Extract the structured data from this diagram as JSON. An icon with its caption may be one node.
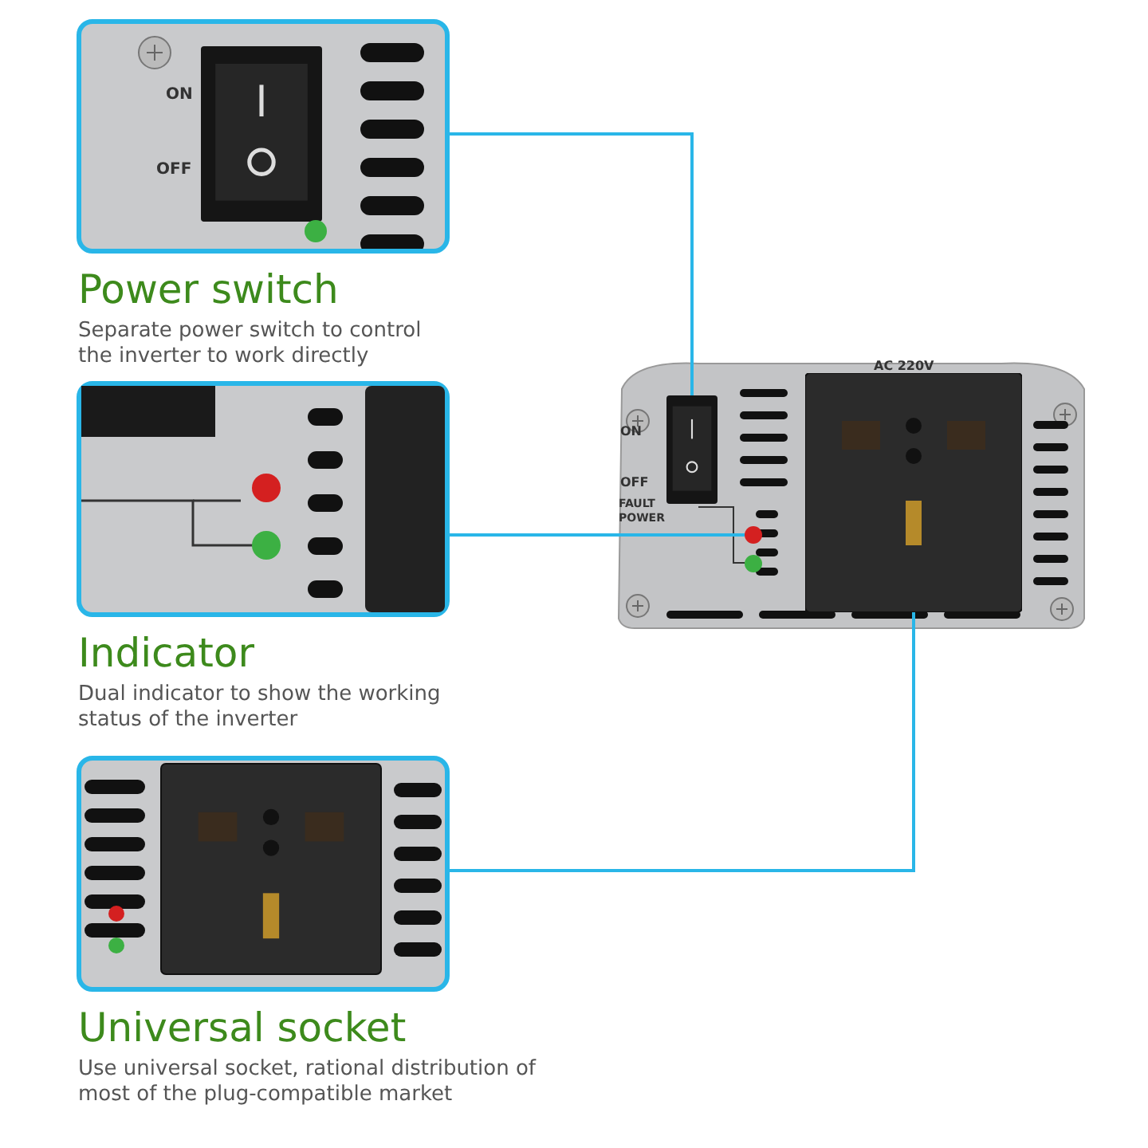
{
  "diagram": {
    "nodes": [
      {
        "text": [
          "Power switch",
          "Separate power switch to control the inverter to work directly"
        ]
      },
      {
        "text": [
          "Indicator",
          "Dual indicator to show the working status of the inverter"
        ]
      },
      {
        "text": [
          "Universal socket",
          "Use universal socket, rational distribution of most of the plug-compatible market"
        ]
      },
      {
        "text": [],
        "shape": "picture"
      },
      {
        "text": [],
        "shape": "box",
        "in": 3
      },
      {
        "text": [],
        "shape": "circle",
        "in": 3
      },
      {
        "text": [],
        "shape": "box",
        "in": 3
      }
    ],
    "edges": [
      {
        "from": 0,
        "to": 4,
        "arrow": "none"
      },
      {
        "from": 1,
        "to": 5,
        "arrow": "none"
      },
      {
        "from": 2,
        "to": 6,
        "arrow": "none"
      }
    ],
    "labels": [
      "ON",
      "OFF",
      "AC 220V",
      "ON",
      "OFF",
      "FAULT",
      "POWER"
    ]
  }
}
